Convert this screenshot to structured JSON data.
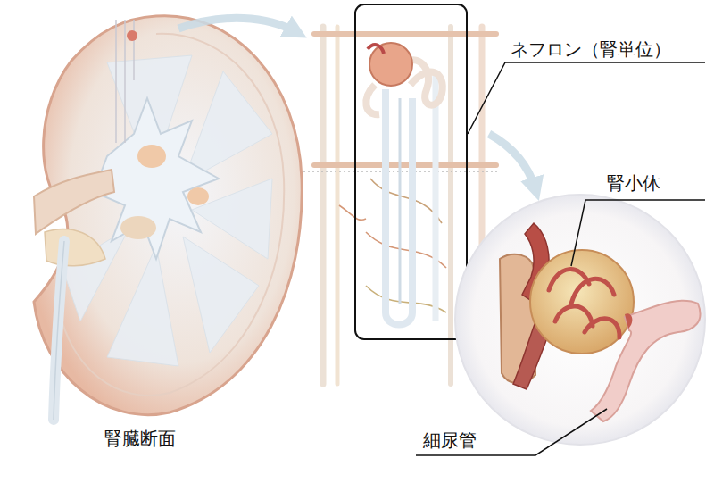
{
  "diagram": {
    "labels": [
      "ネフロン（腎単位）",
      "腎小体",
      "腎臓断面",
      "細尿管"
    ]
  }
}
